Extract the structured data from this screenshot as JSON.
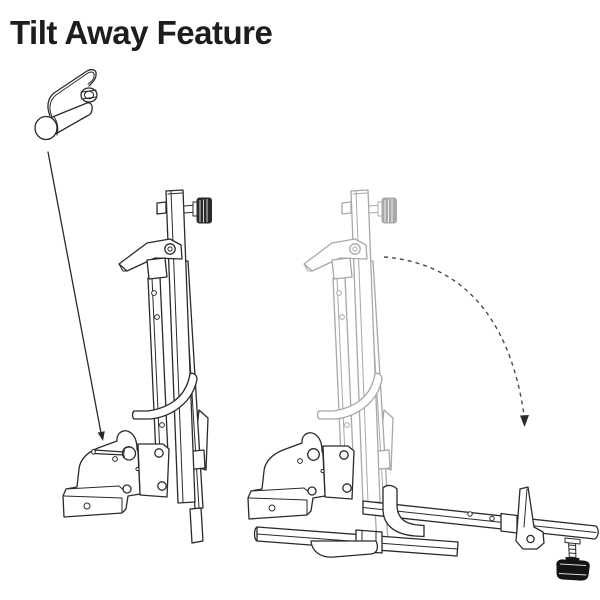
{
  "title": "Tilt Away Feature",
  "colors": {
    "background": "#ffffff",
    "line_ink": "#2a2a28",
    "ghost_line": "#a8a8a8",
    "knob_fill": "#141414",
    "title_text": "#1d1d1b"
  },
  "illustration": {
    "components": [
      {
        "name": "hitch-pin-drawing"
      },
      {
        "name": "pin-location-arrow"
      },
      {
        "name": "rack-upright-drawing"
      },
      {
        "name": "rack-previous-position-ghost"
      },
      {
        "name": "rack-tilted-drawing"
      },
      {
        "name": "tilt-motion-arrow"
      }
    ]
  }
}
